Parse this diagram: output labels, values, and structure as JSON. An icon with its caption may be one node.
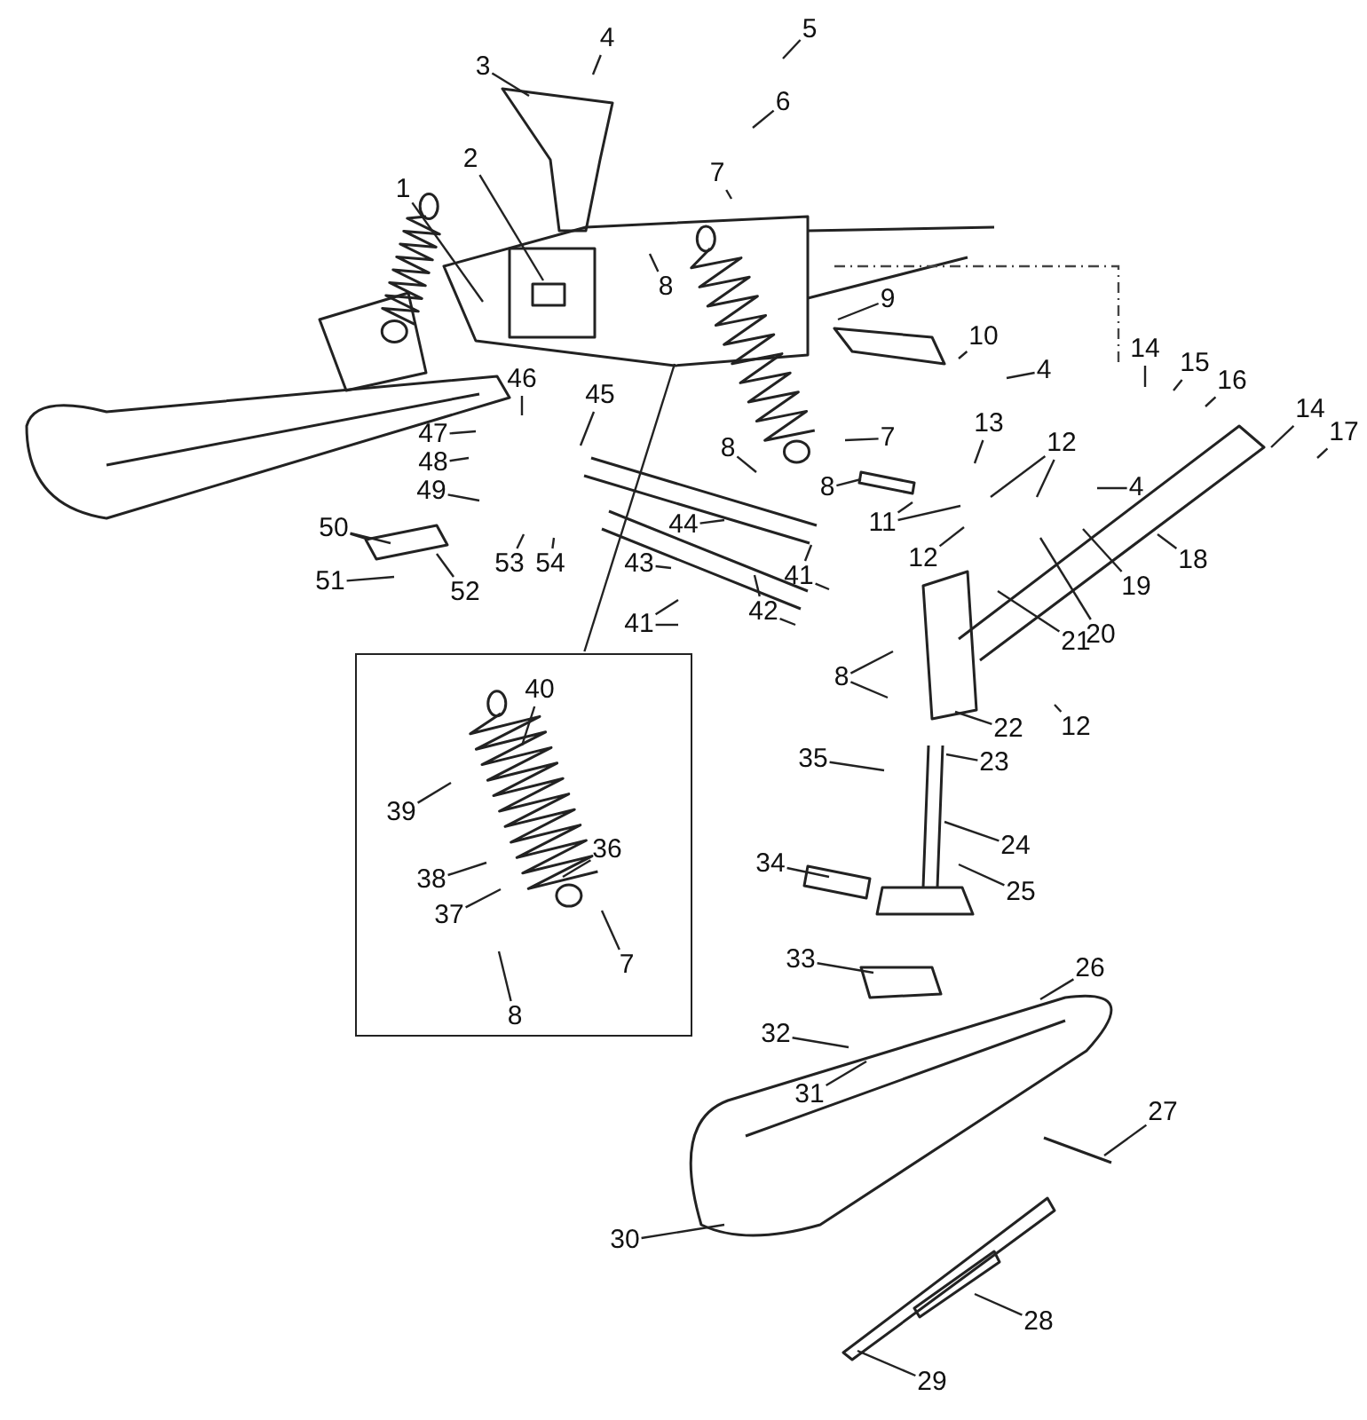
{
  "diagram": {
    "nodes": [
      {
        "text": [
          "4"
        ]
      },
      {
        "text": [
          "3"
        ]
      },
      {
        "text": [
          "5"
        ]
      },
      {
        "text": [
          "6"
        ]
      },
      {
        "text": [
          "2"
        ]
      },
      {
        "text": [
          "1"
        ]
      },
      {
        "text": [
          "7"
        ]
      },
      {
        "text": [
          "9"
        ]
      },
      {
        "text": [
          "8"
        ]
      },
      {
        "text": [
          "10"
        ]
      },
      {
        "text": [
          "4"
        ]
      },
      {
        "text": [
          "14"
        ]
      },
      {
        "text": [
          "15"
        ]
      },
      {
        "text": [
          "16"
        ]
      },
      {
        "text": [
          "14"
        ]
      },
      {
        "text": [
          "17"
        ]
      },
      {
        "text": [
          "46"
        ]
      },
      {
        "text": [
          "45"
        ]
      },
      {
        "text": [
          "47"
        ]
      },
      {
        "text": [
          "7"
        ]
      },
      {
        "text": [
          "48"
        ]
      },
      {
        "text": [
          "8"
        ]
      },
      {
        "text": [
          "13"
        ]
      },
      {
        "text": [
          "12"
        ]
      },
      {
        "text": [
          "8"
        ]
      },
      {
        "text": [
          "4"
        ]
      },
      {
        "text": [
          "49"
        ]
      },
      {
        "text": [
          "50"
        ]
      },
      {
        "text": [
          "11"
        ]
      },
      {
        "text": [
          "44"
        ]
      },
      {
        "text": [
          "12"
        ]
      },
      {
        "text": [
          "51"
        ]
      },
      {
        "text": [
          "52"
        ]
      },
      {
        "text": [
          "53"
        ]
      },
      {
        "text": [
          "54"
        ]
      },
      {
        "text": [
          "43"
        ]
      },
      {
        "text": [
          "19"
        ]
      },
      {
        "text": [
          "18"
        ]
      },
      {
        "text": [
          "41"
        ]
      },
      {
        "text": [
          "42"
        ]
      },
      {
        "text": [
          "41"
        ]
      },
      {
        "text": [
          "20"
        ]
      },
      {
        "text": [
          "21"
        ]
      },
      {
        "text": [
          "8"
        ]
      },
      {
        "text": [
          "22"
        ]
      },
      {
        "text": [
          "12"
        ]
      },
      {
        "text": [
          "35"
        ]
      },
      {
        "text": [
          "23"
        ]
      },
      {
        "text": [
          "24"
        ]
      },
      {
        "text": [
          "34"
        ]
      },
      {
        "text": [
          "25"
        ]
      },
      {
        "text": [
          "33"
        ]
      },
      {
        "text": [
          "26"
        ]
      },
      {
        "text": [
          "32"
        ]
      },
      {
        "text": [
          "31"
        ]
      },
      {
        "text": [
          "27"
        ]
      },
      {
        "text": [
          "30"
        ]
      },
      {
        "text": [
          "28"
        ]
      },
      {
        "text": [
          "29"
        ]
      },
      {
        "text": [],
        "shape": "box"
      },
      {
        "text": [
          "40"
        ],
        "in": 59
      },
      {
        "text": [
          "39"
        ],
        "in": 59
      },
      {
        "text": [
          "38"
        ],
        "in": 59
      },
      {
        "text": [
          "36"
        ],
        "in": 59
      },
      {
        "text": [
          "37"
        ],
        "in": 59
      },
      {
        "text": [
          "7"
        ],
        "in": 59
      },
      {
        "text": [
          "8"
        ],
        "in": 59
      }
    ],
    "edges": [
      {
        "from": 0,
        "to": null,
        "arrow": "none"
      },
      {
        "from": 1,
        "to": null,
        "arrow": "none"
      },
      {
        "from": 2,
        "to": null,
        "arrow": "none"
      },
      {
        "from": 3,
        "to": null,
        "arrow": "none"
      },
      {
        "from": 4,
        "to": null,
        "arrow": "none"
      },
      {
        "from": 5,
        "to": null,
        "arrow": "none"
      },
      {
        "from": 6,
        "to": null,
        "arrow": "none"
      },
      {
        "from": 7,
        "to": null,
        "arrow": "none"
      },
      {
        "from": 8,
        "to": null,
        "arrow": "none"
      },
      {
        "from": 9,
        "to": null,
        "arrow": "none"
      },
      {
        "from": 10,
        "to": null,
        "arrow": "none"
      },
      {
        "from": 11,
        "to": null,
        "arrow": "none"
      },
      {
        "from": 12,
        "to": null,
        "arrow": "none"
      },
      {
        "from": 13,
        "to": null,
        "arrow": "none"
      },
      {
        "from": 14,
        "to": null,
        "arrow": "none"
      },
      {
        "from": 15,
        "to": null,
        "arrow": "none"
      },
      {
        "from": 16,
        "to": null,
        "arrow": "none"
      },
      {
        "from": 17,
        "to": null,
        "arrow": "none"
      },
      {
        "from": 18,
        "to": null,
        "arrow": "none"
      },
      {
        "from": 19,
        "to": null,
        "arrow": "none"
      },
      {
        "from": 20,
        "to": null,
        "arrow": "none"
      },
      {
        "from": 21,
        "to": null,
        "arrow": "none"
      },
      {
        "from": 22,
        "to": null,
        "arrow": "none"
      },
      {
        "from": 23,
        "to": null,
        "arrow": "none"
      },
      {
        "from": 23,
        "to": null,
        "arrow": "none"
      },
      {
        "from": 24,
        "to": null,
        "arrow": "none"
      },
      {
        "from": 25,
        "to": null,
        "arrow": "none"
      },
      {
        "from": 26,
        "to": null,
        "arrow": "none"
      },
      {
        "from": 27,
        "to": null,
        "arrow": "none"
      },
      {
        "from": 27,
        "to": null,
        "arrow": "none"
      },
      {
        "from": 28,
        "to": null,
        "arrow": "none"
      },
      {
        "from": 28,
        "to": null,
        "arrow": "none"
      },
      {
        "from": 29,
        "to": null,
        "arrow": "none"
      },
      {
        "from": 30,
        "to": null,
        "arrow": "none"
      },
      {
        "from": 31,
        "to": null,
        "arrow": "none"
      },
      {
        "from": 32,
        "to": null,
        "arrow": "none"
      },
      {
        "from": 33,
        "to": null,
        "arrow": "none"
      },
      {
        "from": 34,
        "to": null,
        "arrow": "none"
      },
      {
        "from": 35,
        "to": null,
        "arrow": "none"
      },
      {
        "from": 36,
        "to": null,
        "arrow": "none"
      },
      {
        "from": 37,
        "to": null,
        "arrow": "none"
      },
      {
        "from": 38,
        "to": null,
        "arrow": "none"
      },
      {
        "from": 38,
        "to": null,
        "arrow": "none"
      },
      {
        "from": 39,
        "to": null,
        "arrow": "none"
      },
      {
        "from": 39,
        "to": null,
        "arrow": "none"
      },
      {
        "from": 40,
        "to": null,
        "arrow": "none"
      },
      {
        "from": 40,
        "to": null,
        "arrow": "none"
      },
      {
        "from": 41,
        "to": null,
        "arrow": "none"
      },
      {
        "from": 42,
        "to": null,
        "arrow": "none"
      },
      {
        "from": 43,
        "to": null,
        "arrow": "none"
      },
      {
        "from": 43,
        "to": null,
        "arrow": "none"
      },
      {
        "from": 44,
        "to": null,
        "arrow": "none"
      },
      {
        "from": 45,
        "to": null,
        "arrow": "none"
      },
      {
        "from": 46,
        "to": null,
        "arrow": "none"
      },
      {
        "from": 47,
        "to": null,
        "arrow": "none"
      },
      {
        "from": 48,
        "to": null,
        "arrow": "none"
      },
      {
        "from": 49,
        "to": null,
        "arrow": "none"
      },
      {
        "from": 50,
        "to": null,
        "arrow": "none"
      },
      {
        "from": 51,
        "to": null,
        "arrow": "none"
      },
      {
        "from": 52,
        "to": null,
        "arrow": "none"
      },
      {
        "from": 53,
        "to": null,
        "arrow": "none"
      },
      {
        "from": 54,
        "to": null,
        "arrow": "none"
      },
      {
        "from": 55,
        "to": null,
        "arrow": "none"
      },
      {
        "from": 56,
        "to": null,
        "arrow": "none"
      },
      {
        "from": 57,
        "to": null,
        "arrow": "none"
      },
      {
        "from": 58,
        "to": null,
        "arrow": "none"
      },
      {
        "from": 59,
        "to": null,
        "arrow": "none"
      },
      {
        "from": 60,
        "to": null,
        "arrow": "none"
      },
      {
        "from": 61,
        "to": null,
        "arrow": "none"
      },
      {
        "from": 62,
        "to": null,
        "arrow": "none"
      },
      {
        "from": 63,
        "to": null,
        "arrow": "none"
      },
      {
        "from": 64,
        "to": null,
        "arrow": "none"
      },
      {
        "from": 65,
        "to": null,
        "arrow": "none"
      },
      {
        "from": 66,
        "to": null,
        "arrow": "none"
      }
    ]
  }
}
